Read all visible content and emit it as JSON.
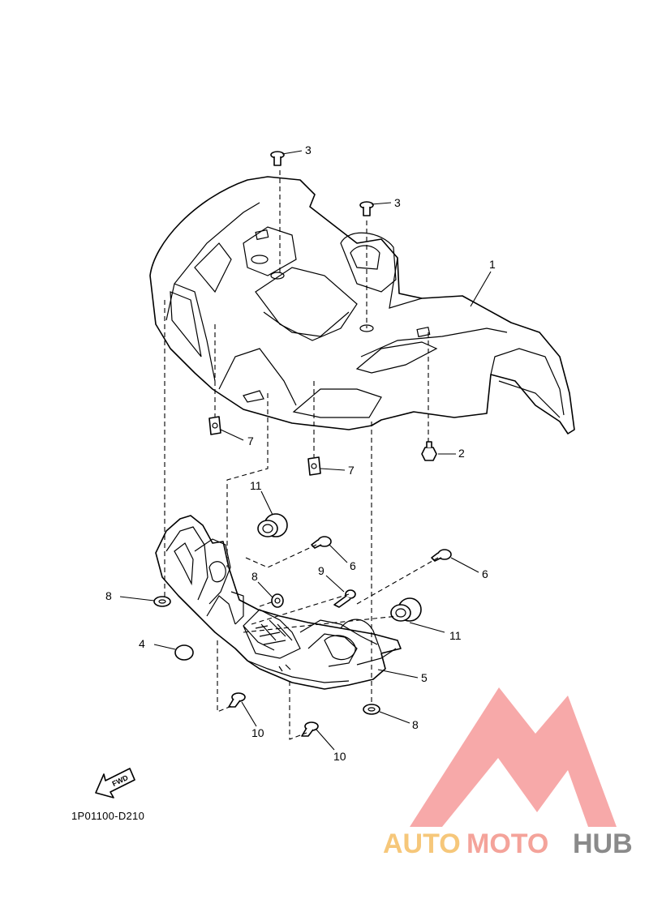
{
  "diagram": {
    "callouts": {
      "c1": "1",
      "c2": "2",
      "c3a": "3",
      "c3b": "3",
      "c4": "4",
      "c5": "5",
      "c6a": "6",
      "c6b": "6",
      "c7a": "7",
      "c7b": "7",
      "c8a": "8",
      "c8b": "8",
      "c8c": "8",
      "c9": "9",
      "c10a": "10",
      "c10b": "10",
      "c11a": "11",
      "c11b": "11"
    },
    "fwd_label": "FWD",
    "drawing_code": "1P01100-D210"
  },
  "watermark": {
    "auto": "AUTO",
    "moto": "MOTO",
    "hub": "HUB",
    "colors": {
      "auto": "#f6c77a",
      "moto": "#f4a39a",
      "hub": "#8a8a8a",
      "logo": "#f28b8b"
    }
  }
}
